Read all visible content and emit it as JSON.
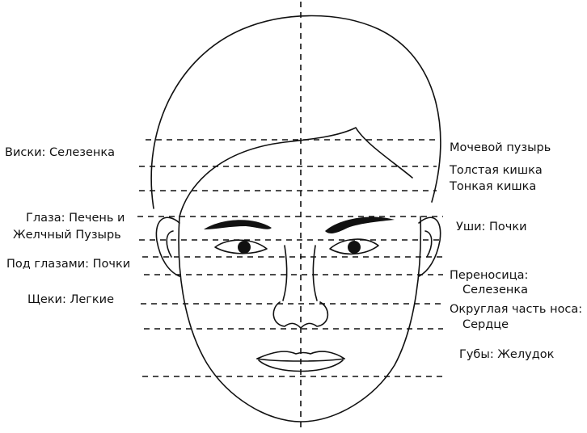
{
  "left_labels": [
    {
      "id": "temples",
      "text": "Виски: Селезенка"
    },
    {
      "id": "eyes-1",
      "text": "Глаза: Печень и"
    },
    {
      "id": "eyes-2",
      "text": "Желчный Пузырь"
    },
    {
      "id": "under-eyes",
      "text": "Под глазами: Почки"
    },
    {
      "id": "cheeks",
      "text": "Щеки: Легкие"
    }
  ],
  "right_labels": [
    {
      "id": "bladder",
      "text": "Мочевой пузырь"
    },
    {
      "id": "large-intestine",
      "text": "Толстая кишка"
    },
    {
      "id": "small-intestine",
      "text": "Тонкая кишка"
    },
    {
      "id": "ears",
      "text": "Уши: Почки"
    },
    {
      "id": "nose-bridge-1",
      "text": "Переносица:"
    },
    {
      "id": "nose-bridge-2",
      "text": "Селезенка"
    },
    {
      "id": "nose-tip-1",
      "text": "Округлая часть носа:"
    },
    {
      "id": "nose-tip-2",
      "text": "Сердце"
    },
    {
      "id": "lips",
      "text": "Губы: Желудок"
    }
  ],
  "colors": {
    "ink": "#111111",
    "background": "#ffffff"
  }
}
